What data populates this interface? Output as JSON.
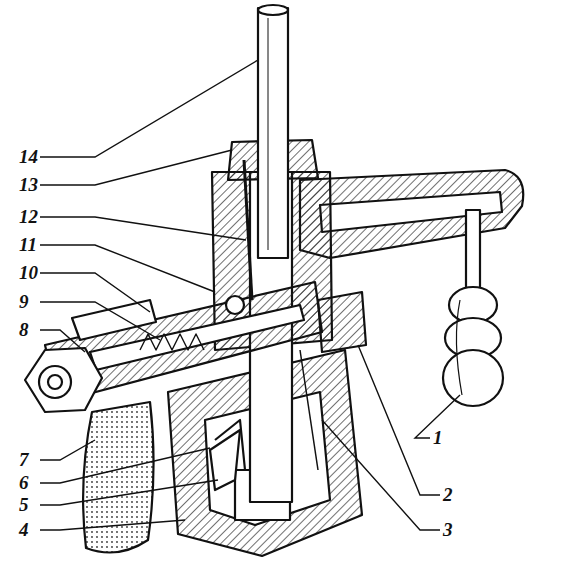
{
  "diagram": {
    "labels": [
      "14",
      "13",
      "12",
      "11",
      "10",
      "9",
      "8",
      "7",
      "6",
      "5",
      "4",
      "1",
      "2",
      "3"
    ]
  }
}
